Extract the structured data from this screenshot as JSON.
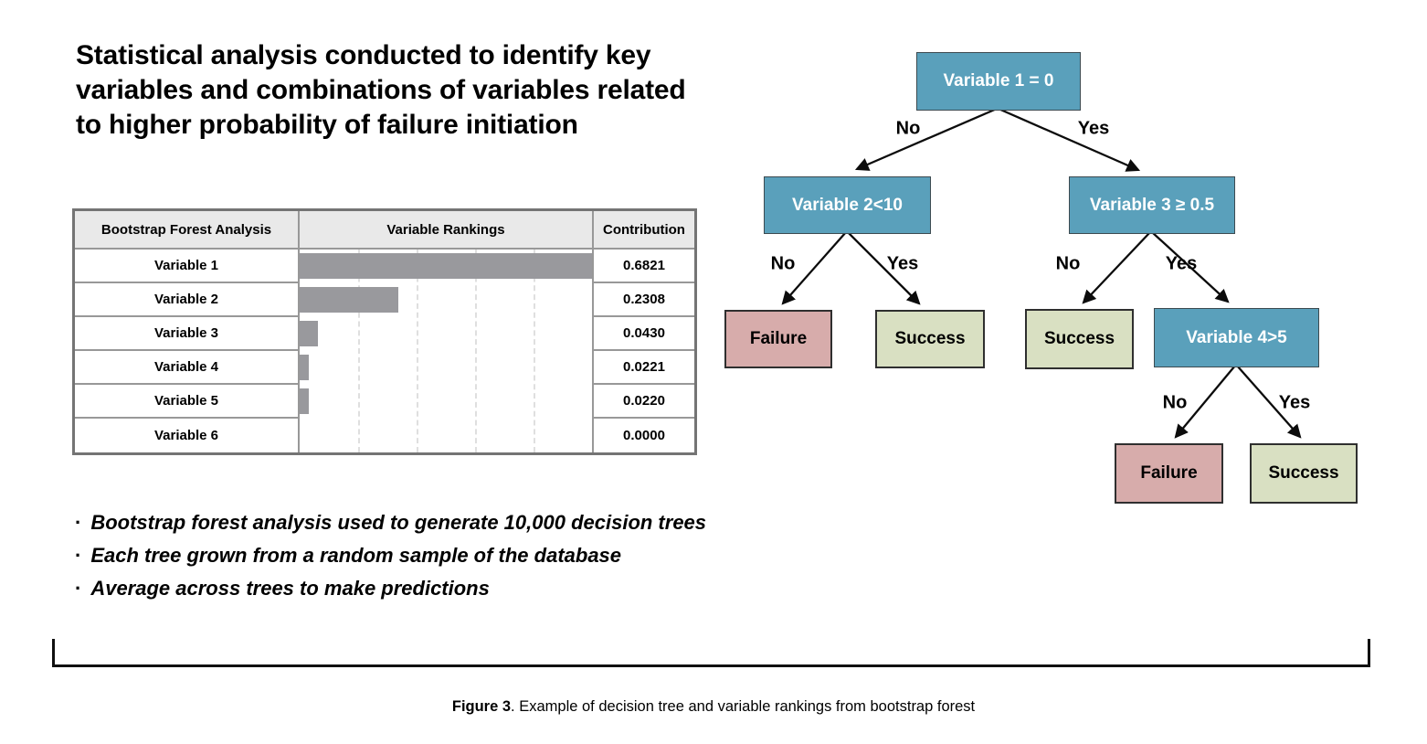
{
  "figure": {
    "title": "Statistical analysis conducted to identify key\nvariables and combinations of variables related\nto higher probability of failure initiation",
    "bullets": {
      "marker": "·",
      "items": [
        "Bootstrap forest analysis used to generate 10,000 decision trees",
        "Each tree grown from a random sample of the database",
        "Average across trees to make predictions"
      ]
    },
    "caption": {
      "label": "Figure 3",
      "text": ". Example of decision tree and variable rankings from bootstrap forest"
    }
  },
  "table": {
    "headers": {
      "analysis": "Bootstrap Forest Analysis",
      "rankings": "Variable Rankings",
      "contribution": "Contribution"
    },
    "rows": [
      {
        "variable": "Variable 1",
        "contribution": "0.6821"
      },
      {
        "variable": "Variable 2",
        "contribution": "0.2308"
      },
      {
        "variable": "Variable 3",
        "contribution": "0.0430"
      },
      {
        "variable": "Variable 4",
        "contribution": "0.0221"
      },
      {
        "variable": "Variable 5",
        "contribution": "0.0220"
      },
      {
        "variable": "Variable 6",
        "contribution": "0.0000"
      }
    ]
  },
  "chart_data": {
    "type": "bar",
    "orientation": "horizontal",
    "title": "Variable Rankings",
    "categories": [
      "Variable 1",
      "Variable 2",
      "Variable 3",
      "Variable 4",
      "Variable 5",
      "Variable 6"
    ],
    "values": [
      0.6821,
      0.2308,
      0.043,
      0.0221,
      0.022,
      0.0
    ],
    "value_label": "Contribution",
    "xlim": [
      0,
      0.6821
    ],
    "grid": "dashed-vertical-at-20-40-60-80-percent",
    "bar_color": "#99999d"
  },
  "tree": {
    "nodes": {
      "root": {
        "label": "Variable 1 = 0",
        "type": "decision"
      },
      "var2": {
        "label": "Variable 2<10",
        "type": "decision"
      },
      "var3": {
        "label": "Variable 3 ≥ 0.5",
        "type": "decision"
      },
      "var4": {
        "label": "Variable 4>5",
        "type": "decision"
      },
      "failure1": {
        "label": "Failure",
        "type": "failure"
      },
      "success1": {
        "label": "Success",
        "type": "success"
      },
      "success2": {
        "label": "Success",
        "type": "success"
      },
      "failure2": {
        "label": "Failure",
        "type": "failure"
      },
      "success3": {
        "label": "Success",
        "type": "success"
      }
    },
    "edges": [
      {
        "label": "No"
      },
      {
        "label": "Yes"
      },
      {
        "label": "No"
      },
      {
        "label": "Yes"
      },
      {
        "label": "No"
      },
      {
        "label": "Yes"
      },
      {
        "label": "No"
      },
      {
        "label": "Yes"
      }
    ]
  },
  "colors": {
    "decision_node": "#5aa0bb",
    "failure_node": "#d7acab",
    "success_node": "#d9e0c2",
    "bar": "#99999d"
  }
}
